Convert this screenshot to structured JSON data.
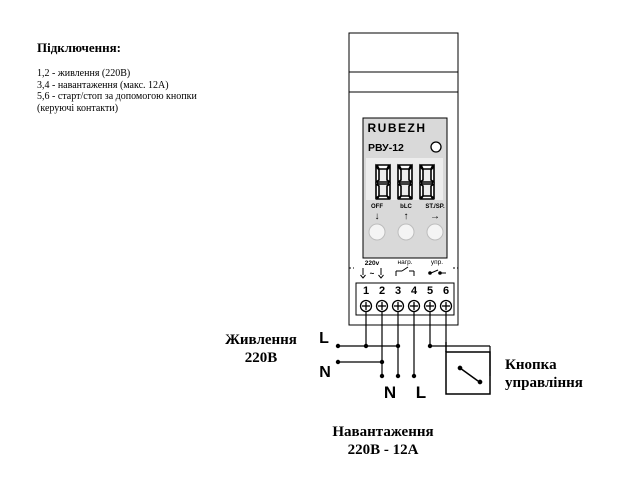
{
  "notes": {
    "title": "Підключення:",
    "lines": [
      "1,2 - живлення (220В)",
      "3,4 - навантаження (макс. 12А)",
      "5,6 - старт/стоп за допомогою кнопки",
      "(керуючі контакти)"
    ]
  },
  "device": {
    "brand": "RUBEZH",
    "model": "РВУ-12",
    "buttons": [
      "OFF",
      "bLC",
      "ST./SP."
    ],
    "button_arrows": [
      "↓",
      "↑",
      "→"
    ],
    "term_group_labels": [
      "220v",
      "нагр.",
      "упр."
    ],
    "terminal_numbers": [
      "1",
      "2",
      "3",
      "4",
      "5",
      "6"
    ]
  },
  "wiring": {
    "supply_label": "Живлення 220В",
    "supply_line": [
      "Живлення",
      "220В"
    ],
    "supply_L": "L",
    "supply_N": "N",
    "load_N": "N",
    "load_L": "L",
    "load_label": [
      "Навантаження",
      "220В - 12А"
    ],
    "button_label": [
      "Кнопка",
      "управління"
    ]
  }
}
